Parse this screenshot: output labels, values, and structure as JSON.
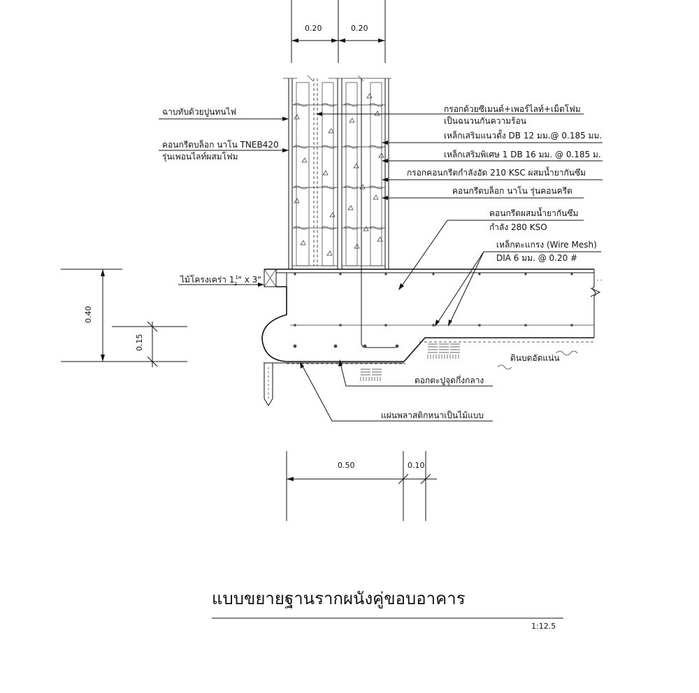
{
  "title": "แบบขยายฐานรากผนังคู่ขอบอาคาร",
  "scale": "1:12.5",
  "dimensions": {
    "top_left_width": "0.20",
    "top_right_width": "0.20",
    "footing_height": "0.40",
    "slab_thickness": "0.15",
    "footing_width": "0.50",
    "edge_width": "0.10"
  },
  "labels": {
    "plaster": "ฉาบทับด้วยปูนทนไฟ",
    "block_left_line1": "คอนกรีตบล็อก นาโน TNEB420",
    "block_left_line2": "รุ่นเพอนไลท์ผสมโฟม",
    "formwork": "ไม้โครงเคร่า 1",
    "formwork_frac_num": "1",
    "formwork_frac_den": "2",
    "formwork_tail": "\" x 3\"",
    "fill_line1": "กรอกด้วยซีเมนต์+เพอร์ไลท์+เม็ดโฟม",
    "fill_line2": "เป็นฉนวนกันความร้อน",
    "rebar_vertical": "เหล็กเสริมแนวตั้ง DB 12 มม.@ 0.185 มม.",
    "rebar_special": "เหล็กเสริมพิเศษ 1 DB 16 มม. @ 0.185 ม.",
    "grout": "กรอกคอนกรีตกำลังอัด 210 KSC ผสมน้ำยากันซึม",
    "block_right": "คอนกรีตบล็อก นาโน รุ่นคอนครีต",
    "concrete_line1": "คอนกรีตผสมน้ำยากันซึม",
    "concrete_line2": "กำลัง 280 KSO",
    "wiremesh_line1": "เหล็กตะแกรง (Wire Mesh)",
    "wiremesh_line2": "DIA 6 มม. @ 0.20 #",
    "soil": "ดินบดอัดแน่น",
    "nail": "ตอกตะปูจุดกึ่งกลาง",
    "plastic": "แผ่นพลาสติกหนาเป็นไม้แบบ"
  }
}
